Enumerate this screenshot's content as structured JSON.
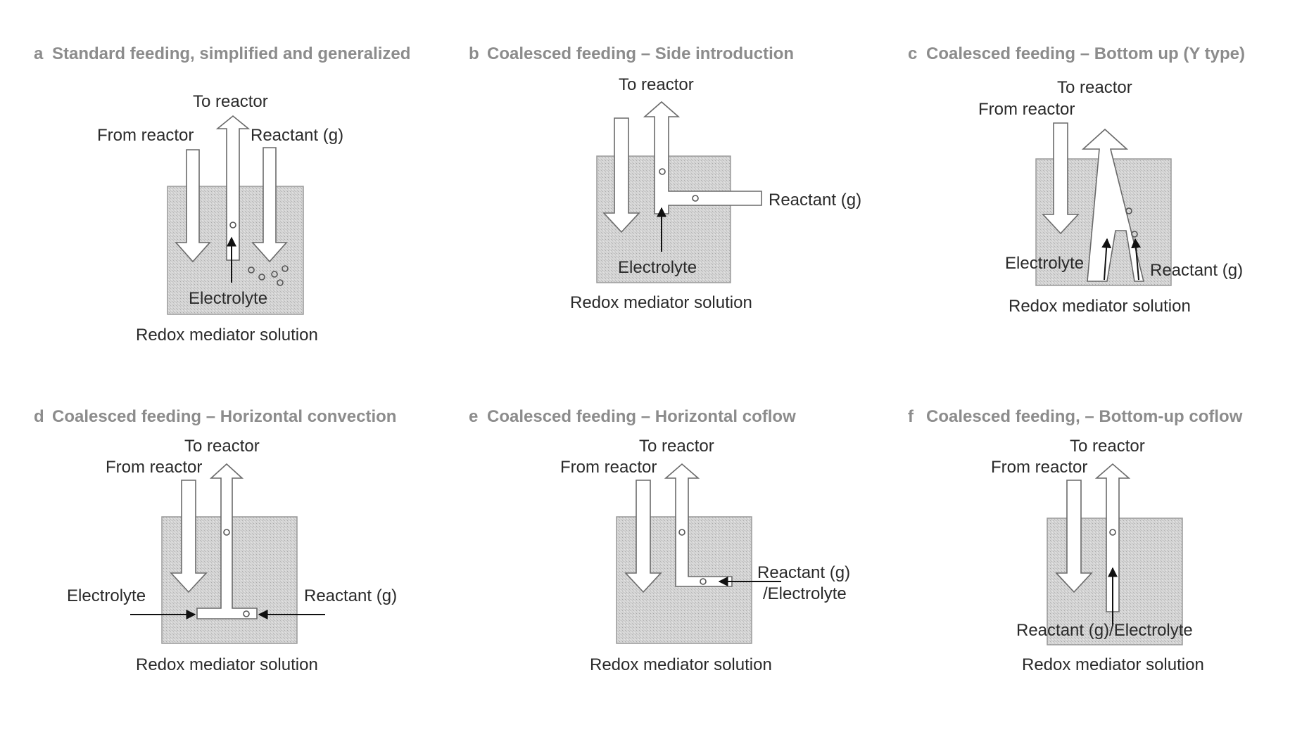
{
  "panels": {
    "a": {
      "letter": "a",
      "title": "Standard feeding, simplified and generalized",
      "to_reactor": "To reactor",
      "from_reactor": "From reactor",
      "reactant": "Reactant (g)",
      "electrolyte": "Electrolyte",
      "solution": "Redox mediator solution"
    },
    "b": {
      "letter": "b",
      "title": "Coalesced feeding – Side introduction",
      "to_reactor": "To reactor",
      "reactant": "Reactant (g)",
      "electrolyte": "Electrolyte",
      "solution": "Redox mediator solution"
    },
    "c": {
      "letter": "c",
      "title": "Coalesced feeding – Bottom up (Y type)",
      "to_reactor": "To reactor",
      "from_reactor": "From reactor",
      "electrolyte": "Electrolyte",
      "reactant": "Reactant (g)",
      "solution": "Redox mediator solution"
    },
    "d": {
      "letter": "d",
      "title": "Coalesced feeding – Horizontal convection",
      "to_reactor": "To reactor",
      "from_reactor": "From reactor",
      "electrolyte": "Electrolyte",
      "reactant": "Reactant (g)",
      "solution": "Redox mediator solution"
    },
    "e": {
      "letter": "e",
      "title": "Coalesced feeding –  Horizontal coflow",
      "to_reactor": "To reactor",
      "from_reactor": "From reactor",
      "reactant_line1": "Reactant (g)",
      "reactant_line2": "/Electrolyte",
      "solution": "Redox mediator solution"
    },
    "f": {
      "letter": "f",
      "title": "Coalesced feeding, – Bottom-up coflow",
      "to_reactor": "To reactor",
      "from_reactor": "From reactor",
      "reactant_electrolyte": "Reactant (g)/Electrolyte",
      "solution": "Redox mediator solution"
    }
  }
}
